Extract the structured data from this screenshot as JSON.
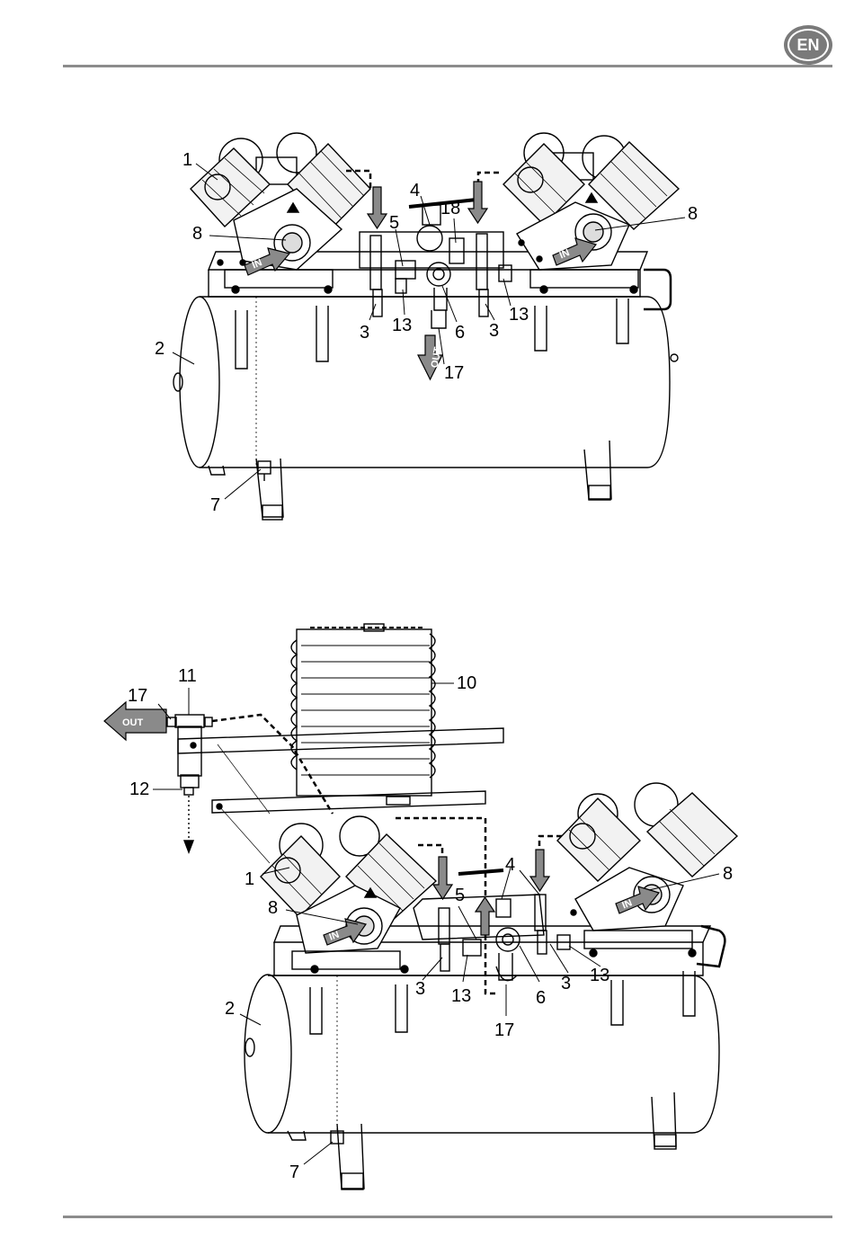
{
  "header": {
    "language_badge": "EN"
  },
  "figure_top": {
    "callouts": [
      "1",
      "8",
      "4",
      "18",
      "5",
      "8",
      "2",
      "3",
      "13",
      "6",
      "3",
      "13",
      "17",
      "7"
    ],
    "in_label": "IN",
    "out_label": "OUT"
  },
  "figure_bottom": {
    "callouts": [
      "17",
      "11",
      "10",
      "12",
      "1",
      "4",
      "8",
      "8",
      "5",
      "3",
      "13",
      "6",
      "3",
      "13",
      "2",
      "17",
      "7"
    ],
    "in_label": "IN",
    "out_label": "OUT"
  },
  "colors": {
    "rule": "#8c8c8c",
    "badge": "#7a7a7a",
    "arrow_fill": "#8a8a8a",
    "line": "#000000"
  }
}
